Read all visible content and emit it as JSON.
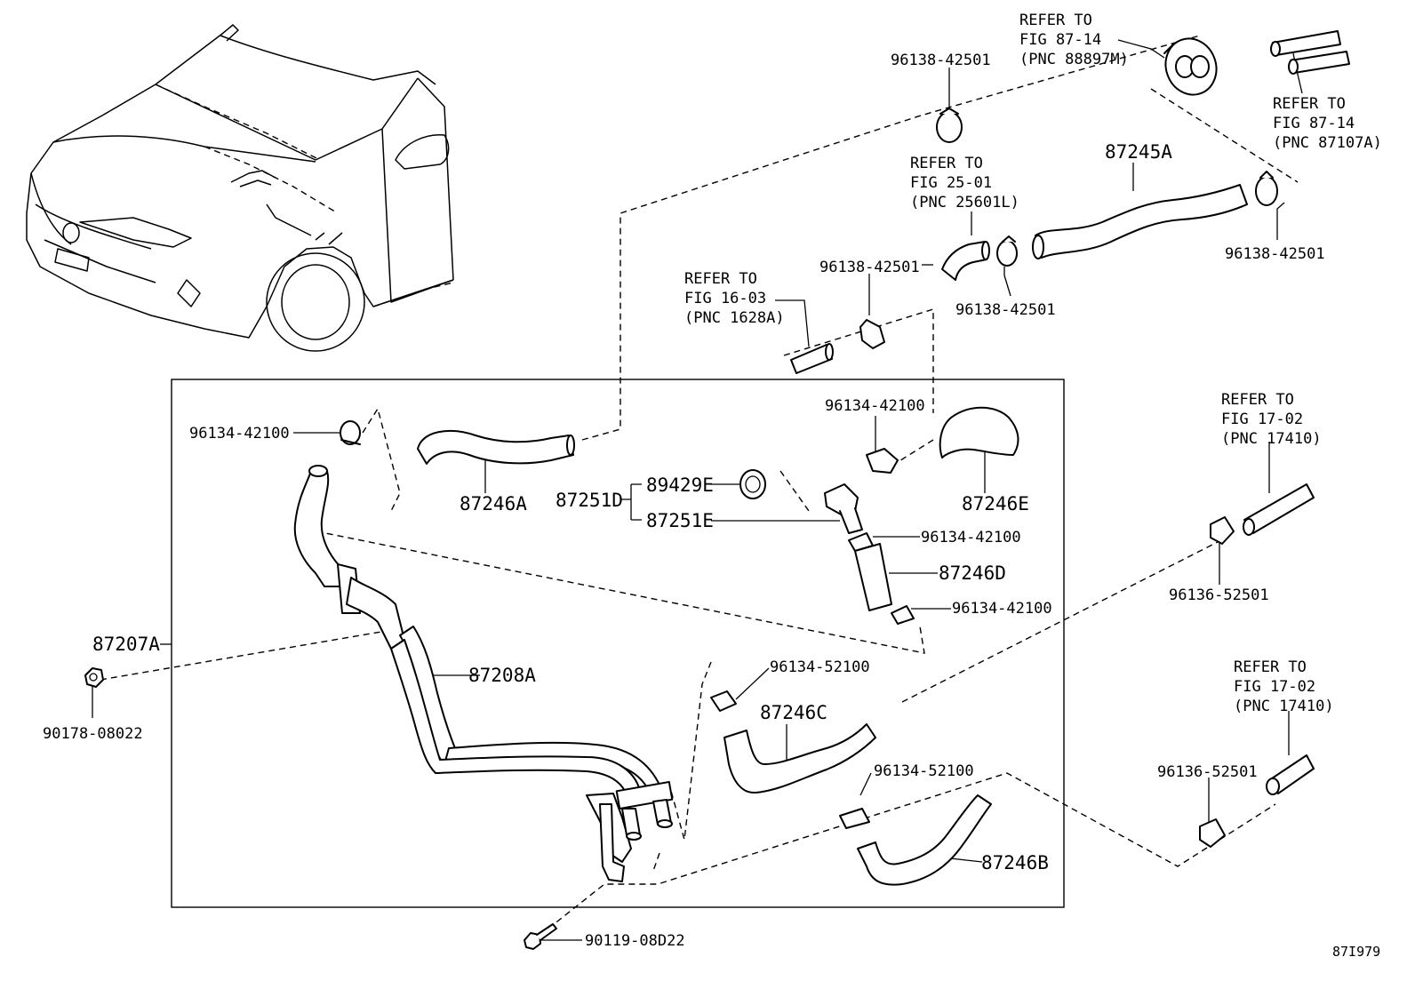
{
  "diagram": {
    "figure_code": "87I979",
    "parts": {
      "p87245A": "87245A",
      "p87246A": "87246A",
      "p87246B": "87246B",
      "p87246C": "87246C",
      "p87246D": "87246D",
      "p87246E": "87246E",
      "p87251D": "87251D",
      "p87251E": "87251E",
      "p89429E": "89429E",
      "p87207A": "87207A",
      "p87208A": "87208A",
      "p90178": "90178-08022",
      "p90119": "90119-08D22"
    },
    "clamps": {
      "c96138_top": "96138-42501",
      "c96138_right": "96138-42501",
      "c96138_mid_left": "96138-42501",
      "c96138_mid_right": "96138-42501",
      "c96134_left": "96134-42100",
      "c96134_top": "96134-42100",
      "c96134_d_top": "96134-42100",
      "c96134_d_bot": "96134-42100",
      "c96134_52100_a": "96134-52100",
      "c96134_52100_b": "96134-52100",
      "c96136_a": "96136-52501",
      "c96136_b": "96136-52501"
    },
    "refs": {
      "r1": {
        "l1": "REFER TO",
        "l2": "FIG 87-14",
        "l3": "(PNC 88897M)"
      },
      "r2": {
        "l1": "REFER TO",
        "l2": "FIG 87-14",
        "l3": "(PNC 87107A)"
      },
      "r3": {
        "l1": "REFER TO",
        "l2": "FIG 25-01",
        "l3": "(PNC 25601L)"
      },
      "r4": {
        "l1": "REFER TO",
        "l2": "FIG 16-03",
        "l3": "(PNC 1628A)"
      },
      "r5": {
        "l1": "REFER TO",
        "l2": "FIG 17-02",
        "l3": "(PNC 17410)"
      },
      "r6": {
        "l1": "REFER TO",
        "l2": "FIG 17-02",
        "l3": "(PNC 17410)"
      }
    }
  }
}
